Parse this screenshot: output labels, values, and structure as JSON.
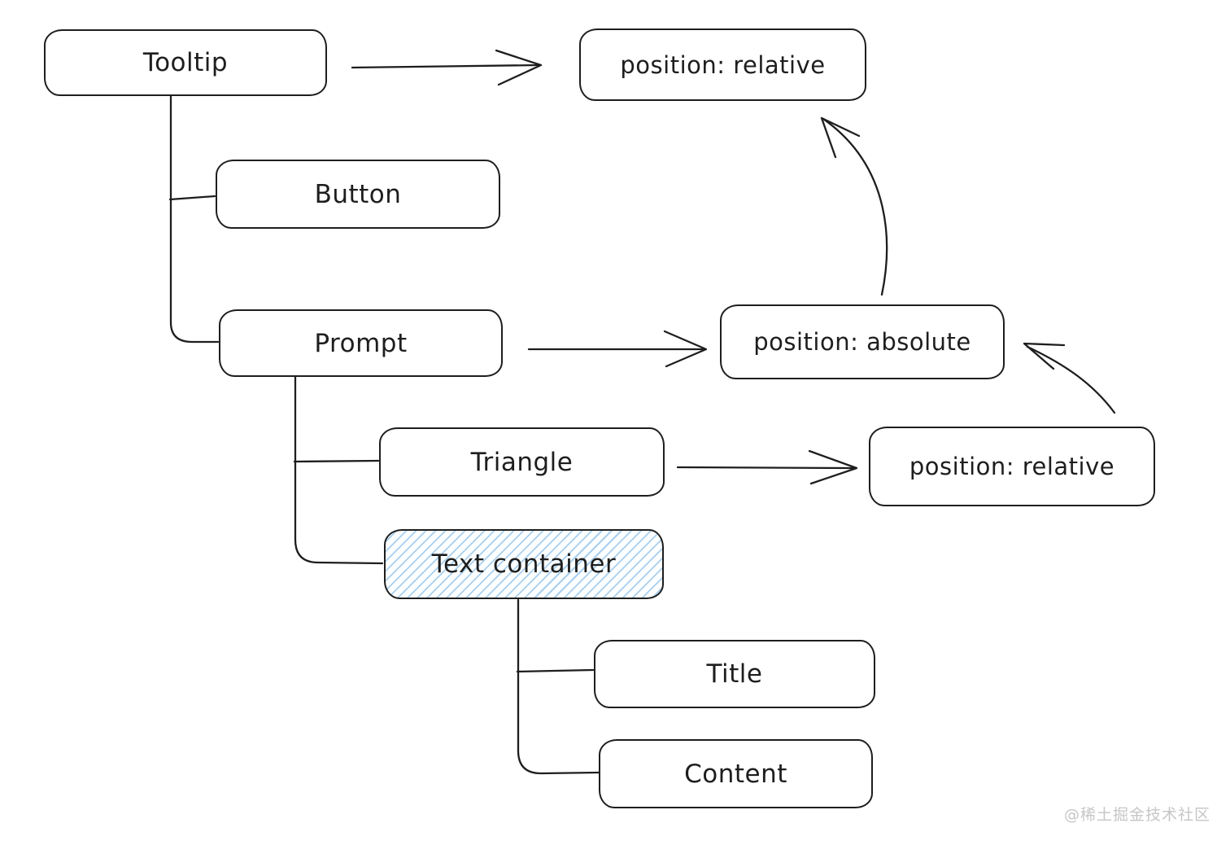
{
  "colors": {
    "background": "#ffffff",
    "stroke": "#1e1e1e",
    "text": "#1e1e1e",
    "hatch_fill": "#a9cfee",
    "watermark": "#c6c6c6"
  },
  "nodes": {
    "tooltip": {
      "label": "Tooltip",
      "highlighted": false
    },
    "pos_relative_top": {
      "label": "position: relative",
      "highlighted": false
    },
    "button": {
      "label": "Button",
      "highlighted": false
    },
    "prompt": {
      "label": "Prompt",
      "highlighted": false
    },
    "pos_absolute": {
      "label": "position: absolute",
      "highlighted": false
    },
    "triangle": {
      "label": "Triangle",
      "highlighted": false
    },
    "pos_relative_mid": {
      "label": "position: relative",
      "highlighted": false
    },
    "text_container": {
      "label": "Text container",
      "highlighted": true
    },
    "title": {
      "label": "Title",
      "highlighted": false
    },
    "content": {
      "label": "Content",
      "highlighted": false
    }
  },
  "edges": [
    {
      "from": "Tooltip",
      "to": "Button",
      "type": "tree-connector"
    },
    {
      "from": "Tooltip",
      "to": "Prompt",
      "type": "tree-connector"
    },
    {
      "from": "Prompt",
      "to": "Triangle",
      "type": "tree-connector"
    },
    {
      "from": "Prompt",
      "to": "Text container",
      "type": "tree-connector"
    },
    {
      "from": "Text container",
      "to": "Title",
      "type": "tree-connector"
    },
    {
      "from": "Text container",
      "to": "Content",
      "type": "tree-connector"
    },
    {
      "from": "Tooltip",
      "to": "position: relative",
      "type": "straight-arrow"
    },
    {
      "from": "Prompt",
      "to": "position: absolute",
      "type": "straight-arrow"
    },
    {
      "from": "Triangle",
      "to": "position: relative",
      "type": "straight-arrow"
    },
    {
      "from": "position: absolute",
      "to": "position: relative (top)",
      "type": "curved-arrow"
    },
    {
      "from": "position: relative (middle)",
      "to": "position: absolute",
      "type": "curved-arrow"
    }
  ],
  "watermark": {
    "text": "@稀土掘金技术社区"
  }
}
